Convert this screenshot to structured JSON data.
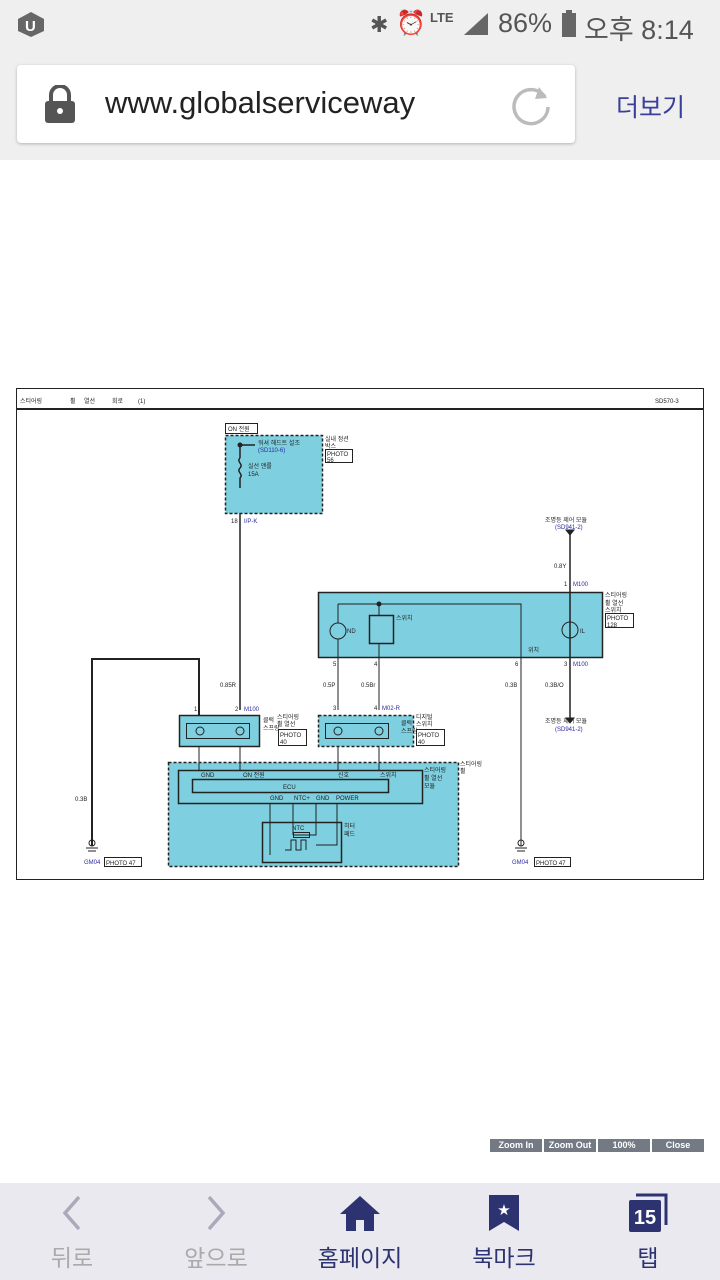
{
  "status": {
    "battery": "86%",
    "time": "오후 8:14",
    "network": "LTE"
  },
  "browser": {
    "url": "www.globalserviceway",
    "more": "더보기"
  },
  "diagram": {
    "header": {
      "t1": "스티어링",
      "t2": "휠",
      "t3": "열선",
      "t4": "회로",
      "t5": "(1)",
      "code": "SD570-3"
    },
    "on_power": "ON 전원",
    "fuse_ref": "워셔 헤드트 설조",
    "fuse_ref_code": "(SD110-6)",
    "fuse_name": "실선 앤를",
    "fuse_amp": "15A",
    "junction1": "실내 정션",
    "junction2": "박스",
    "photo56a": "PHOTO",
    "photo56b": "56",
    "pin18": "18",
    "ipk": "I/P-K",
    "w085r": "0.85R",
    "p1": "1",
    "p2": "2",
    "m100a": "M100",
    "clk1": "클럭",
    "clk2": "스프링",
    "shw1": "스티어링",
    "shw2": "휠 열선",
    "photo40a": "PHOTO",
    "photo40b": "40",
    "w03b_left": "0.3B",
    "gm04a": "GM04",
    "photo47a": "PHOTO 47",
    "p3": "3",
    "p4": "4",
    "m02r": "M02-R",
    "clk3": "클럭",
    "clk4": "스프링",
    "dig1": "디지털",
    "dig2": "스위치",
    "photo40c": "PHOTO",
    "photo40d": "40",
    "sw_lbl1": "스티어링",
    "sw_lbl2": "휠",
    "ecu_gnd": "GND",
    "ecu_on": "ON 전원",
    "ecu_sig": "신호",
    "ecu_sw": "스위치",
    "ecu": "ECU",
    "mod1": "스티어링",
    "mod2": "휠 열선",
    "mod3": "모듈",
    "b_gnd1": "GND",
    "b_ntc": "NTC+",
    "b_gnd2": "GND",
    "b_pwr": "POWER",
    "ntc": "NTC",
    "heat1": "히터",
    "heat2": "패드",
    "lamp_top": "조명등 제어 모듈",
    "lamp_top_code": "(SD941-2)",
    "w08y": "0.8Y",
    "tp1": "1",
    "m100b": "M100",
    "swm1": "스티어링",
    "swm2": "휠 열선",
    "swm3": "스위치",
    "photo128a": "PHOTO",
    "photo128b": "128",
    "nd": "ND",
    "swi": "스위치",
    "il": "IL",
    "pos": "위치",
    "bp5": "5",
    "bp4": "4",
    "bp6": "6",
    "bp3": "3",
    "m100c": "M100",
    "w05p": "0.5P",
    "w05br": "0.5Br",
    "w03b": "0.3B",
    "w03bo": "0.3B/O",
    "lamp_bot": "조명등 제어 모듈",
    "lamp_bot_code": "(SD941-2)",
    "gm04b": "GM04",
    "photo47b": "PHOTO 47"
  },
  "zoom_buttons": [
    "Zoom In",
    "Zoom Out",
    "100%",
    "Close"
  ],
  "nav": [
    {
      "label": "뒤로",
      "icon": "back-icon"
    },
    {
      "label": "앞으로",
      "icon": "forward-icon"
    },
    {
      "label": "홈페이지",
      "icon": "home-icon"
    },
    {
      "label": "북마크",
      "icon": "bookmark-icon"
    },
    {
      "label": "탭",
      "icon": "tabs-icon",
      "count": "15"
    }
  ],
  "colors": {
    "fill": "#7ecfdf",
    "accent": "#3a3f9a",
    "wire_blue": "#2a2aa0"
  }
}
